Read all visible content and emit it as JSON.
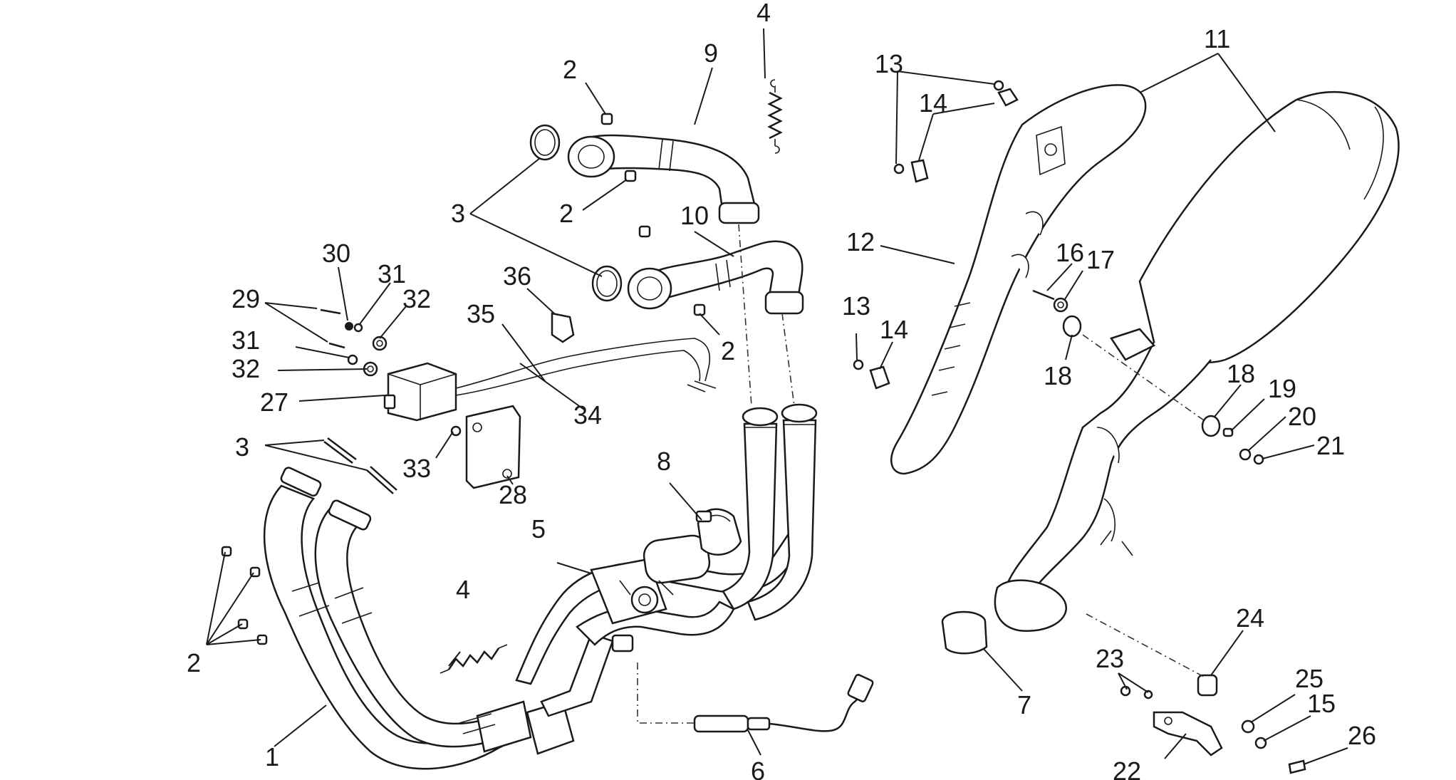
{
  "colors": {
    "line": "#1a1a1a",
    "background": "#ffffff"
  },
  "callouts": [
    {
      "id": "c1",
      "text": "1"
    },
    {
      "id": "c2a",
      "text": "2"
    },
    {
      "id": "c2b",
      "text": "2"
    },
    {
      "id": "c2c",
      "text": "2"
    },
    {
      "id": "c2d",
      "text": "2"
    },
    {
      "id": "c3a",
      "text": "3"
    },
    {
      "id": "c3b",
      "text": "3"
    },
    {
      "id": "c4a",
      "text": "4"
    },
    {
      "id": "c4b",
      "text": "4"
    },
    {
      "id": "c5",
      "text": "5"
    },
    {
      "id": "c6",
      "text": "6"
    },
    {
      "id": "c7",
      "text": "7"
    },
    {
      "id": "c8",
      "text": "8"
    },
    {
      "id": "c9",
      "text": "9"
    },
    {
      "id": "c10",
      "text": "10"
    },
    {
      "id": "c11",
      "text": "11"
    },
    {
      "id": "c12",
      "text": "12"
    },
    {
      "id": "c13a",
      "text": "13"
    },
    {
      "id": "c13b",
      "text": "13"
    },
    {
      "id": "c14a",
      "text": "14"
    },
    {
      "id": "c14b",
      "text": "14"
    },
    {
      "id": "c15",
      "text": "15"
    },
    {
      "id": "c16",
      "text": "16"
    },
    {
      "id": "c17",
      "text": "17"
    },
    {
      "id": "c18a",
      "text": "18"
    },
    {
      "id": "c18b",
      "text": "18"
    },
    {
      "id": "c19",
      "text": "19"
    },
    {
      "id": "c20",
      "text": "20"
    },
    {
      "id": "c21",
      "text": "21"
    },
    {
      "id": "c22",
      "text": "22"
    },
    {
      "id": "c23",
      "text": "23"
    },
    {
      "id": "c24",
      "text": "24"
    },
    {
      "id": "c25",
      "text": "25"
    },
    {
      "id": "c26",
      "text": "26"
    },
    {
      "id": "c27",
      "text": "27"
    },
    {
      "id": "c28",
      "text": "28"
    },
    {
      "id": "c29",
      "text": "29"
    },
    {
      "id": "c30",
      "text": "30"
    },
    {
      "id": "c31a",
      "text": "31"
    },
    {
      "id": "c31b",
      "text": "31"
    },
    {
      "id": "c32a",
      "text": "32"
    },
    {
      "id": "c32b",
      "text": "32"
    },
    {
      "id": "c33",
      "text": "33"
    },
    {
      "id": "c34",
      "text": "34"
    },
    {
      "id": "c35",
      "text": "35"
    },
    {
      "id": "c36",
      "text": "36"
    }
  ]
}
